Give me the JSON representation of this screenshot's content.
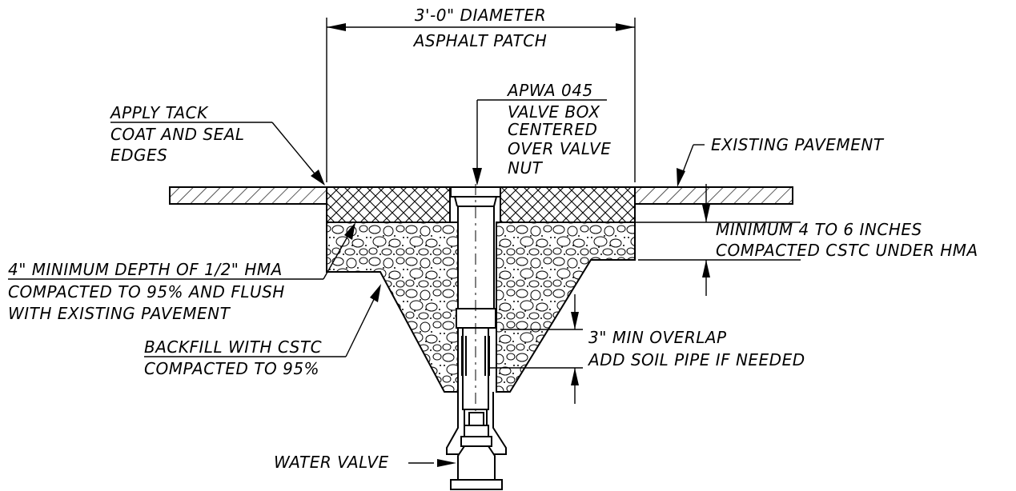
{
  "diameter_note": {
    "line1": "3'-0\" DIAMETER",
    "line2": "ASPHALT PATCH"
  },
  "apwa_note": {
    "line1": "APWA 045",
    "line2": "VALVE BOX",
    "line3": "CENTERED",
    "line4": "OVER VALVE",
    "line5": "NUT"
  },
  "tack_note": {
    "line1": "APPLY TACK",
    "line2": "COAT AND SEAL",
    "line3": "EDGES"
  },
  "pavement_note": {
    "line1": "EXISTING PAVEMENT"
  },
  "cstc_depth_note": {
    "line1": "MINIMUM 4 TO 6 INCHES",
    "line2": "COMPACTED CSTC UNDER HMA"
  },
  "hma_note": {
    "line1": "4\" MINIMUM DEPTH OF 1/2\" HMA",
    "line2": "COMPACTED TO 95% AND FLUSH",
    "line3": "WITH EXISTING PAVEMENT"
  },
  "overlap_note": {
    "line1": "3\" MIN OVERLAP",
    "line2": "ADD SOIL PIPE IF NEEDED"
  },
  "backfill_note": {
    "line1": "BACKFILL WITH CSTC",
    "line2": "COMPACTED TO 95%"
  },
  "valve_note": {
    "line1": "WATER VALVE"
  }
}
